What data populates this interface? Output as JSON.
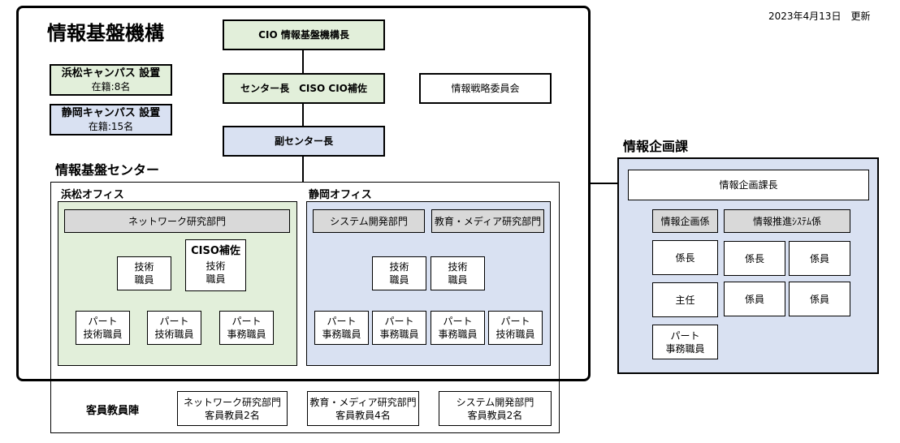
{
  "updated": "2023年4月13日　更新",
  "org": {
    "title": "情報基盤機構",
    "cio": "CIO 情報基盤機構長",
    "center_head": "センター長　CISO CIO補佐",
    "strategy_committee": "情報戦略委員会",
    "deputy": "副センター長",
    "hamamatsu_campus": {
      "name": "浜松キャンパス 設置",
      "staff": "在籍:8名"
    },
    "shizuoka_campus": {
      "name": "静岡キャンパス 設置",
      "staff": "在籍:15名"
    }
  },
  "center": {
    "title": "情報基盤センター",
    "hamamatsu": {
      "title": "浜松オフィス",
      "dept": "ネットワーク研究部門",
      "tech_staff": [
        "技術",
        "職員"
      ],
      "ciso_label": "CISO補佐",
      "ciso_staff": [
        "技術",
        "職員"
      ],
      "part": [
        [
          "パート",
          "技術職員"
        ],
        [
          "パート",
          "技術職員"
        ],
        [
          "パート",
          "事務職員"
        ]
      ]
    },
    "shizuoka": {
      "title": "静岡オフィス",
      "dept1": "システム開発部門",
      "dept2": "教育・メディア研究部門",
      "tech1": [
        "技術",
        "職員"
      ],
      "tech2": [
        "技術",
        "職員"
      ],
      "part": [
        [
          "パート",
          "事務職員"
        ],
        [
          "パート",
          "事務職員"
        ],
        [
          "パート",
          "事務職員"
        ],
        [
          "パート",
          "技術職員"
        ]
      ]
    }
  },
  "visiting": {
    "title": "客員教員陣",
    "items": [
      [
        "ネットワーク研究部門",
        "客員教員2名"
      ],
      [
        "教育・メディア研究部門",
        "客員教員4名"
      ],
      [
        "システム開発部門",
        "客員教員2名"
      ]
    ]
  },
  "planning": {
    "title": "情報企画課",
    "head": "情報企画課長",
    "sec1": "情報企画係",
    "sec2": "情報推進ｼｽﾃﾑ係",
    "members": [
      "係長",
      "係長",
      "係員",
      "主任",
      "係員",
      "係員"
    ],
    "part": [
      "パート",
      "事務職員"
    ]
  }
}
